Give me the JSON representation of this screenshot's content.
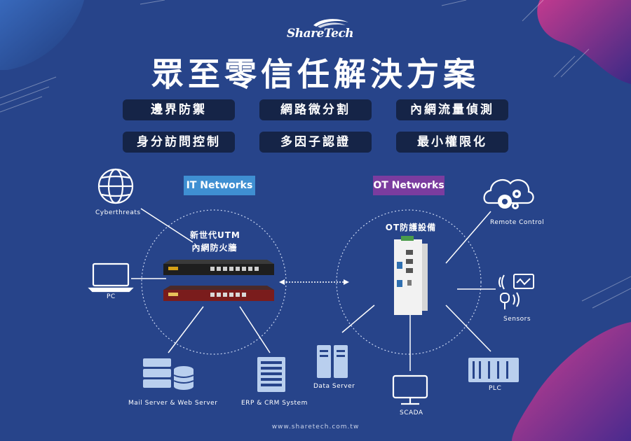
{
  "brand": {
    "logo_text": "ShareTech"
  },
  "title": "眾至零信任解決方案",
  "features": [
    "邊界防禦",
    "網路微分割",
    "內網流量偵測",
    "身分訪問控制",
    "多因子認證",
    "最小權限化"
  ],
  "networks": {
    "it": {
      "label": "IT Networks",
      "color": "#3f8fd2"
    },
    "ot": {
      "label": "OT Networks",
      "color": "#7b3c9f"
    }
  },
  "it_center": {
    "line1": "新世代UTM",
    "line2": "內網防火牆"
  },
  "ot_center": {
    "label": "OT防護設備"
  },
  "nodes": {
    "cyberthreats": "Cyberthreats",
    "pc": "PC",
    "mail_web": "Mail Server & Web Server",
    "erp_crm": "ERP & CRM System",
    "data_server": "Data Server",
    "scada": "SCADA",
    "plc": "PLC",
    "sensors": "Sensors",
    "remote_control": "Remote Control"
  },
  "footer": "www.sharetech.com.tw",
  "colors": {
    "background": "#27448a",
    "pill_bg": "#152447",
    "accent_pink": "#c13a8e",
    "accent_purple": "#5a2b8a"
  }
}
